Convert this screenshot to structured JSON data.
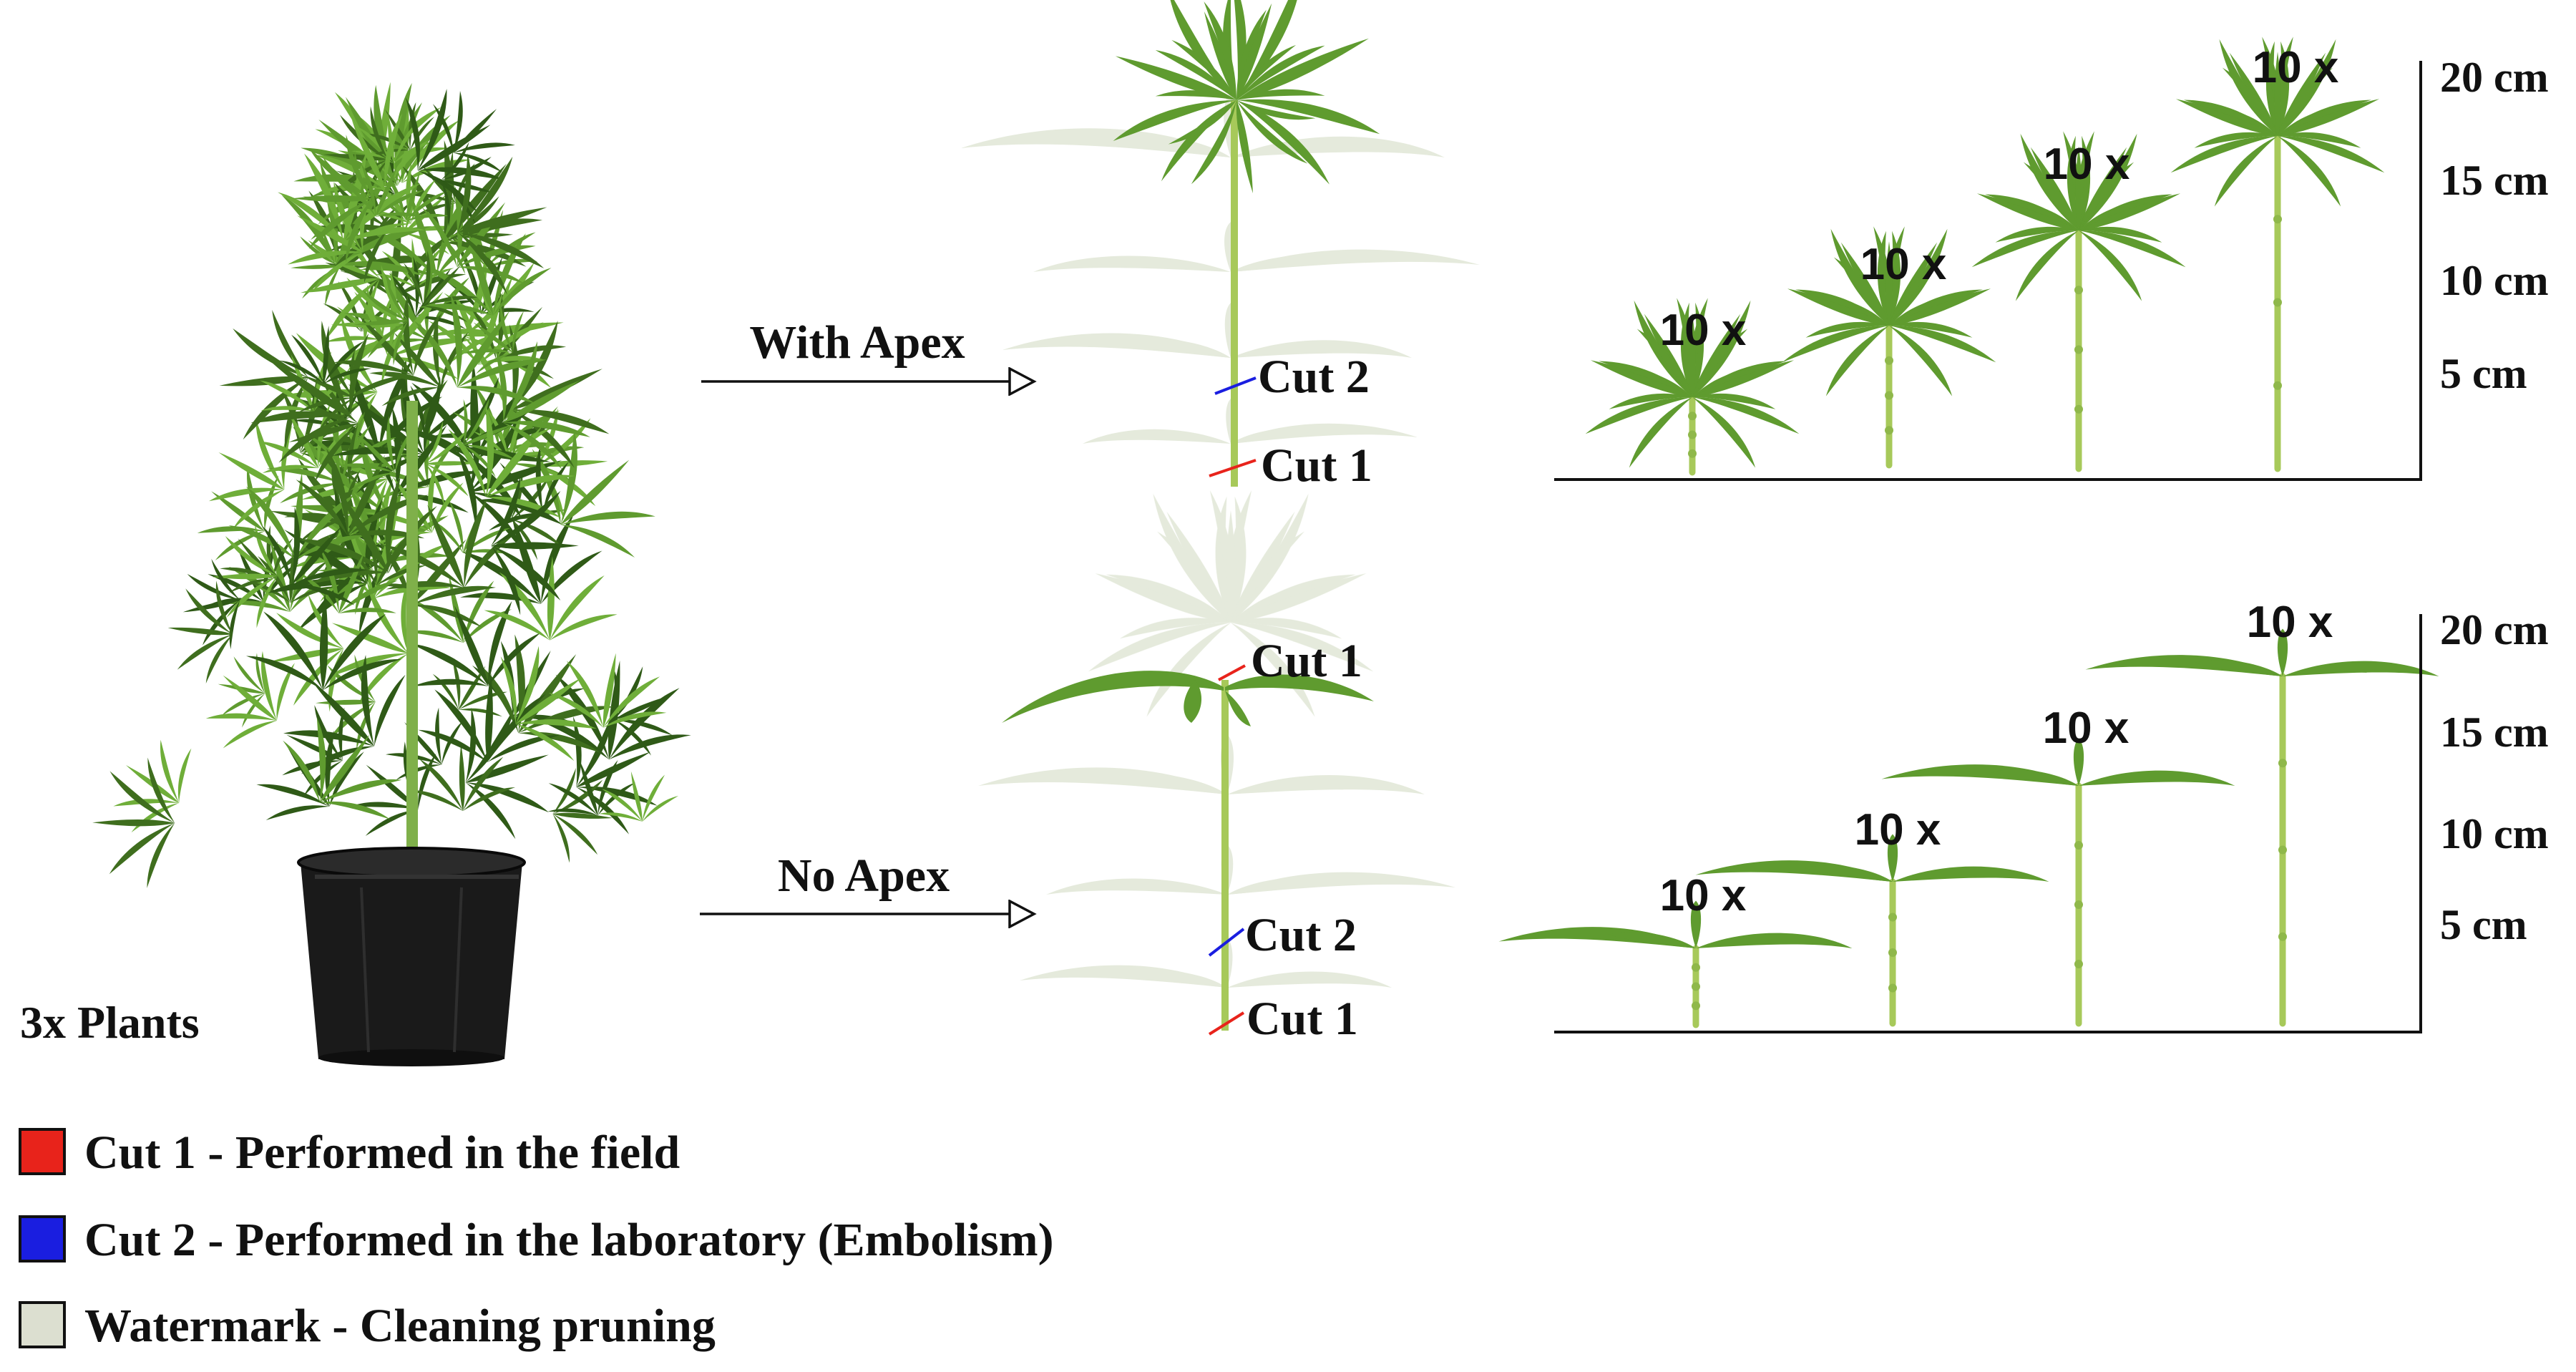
{
  "plant_label": "3x Plants",
  "arrows": {
    "with_apex": "With Apex",
    "no_apex": "No Apex"
  },
  "cuts": {
    "top": {
      "cut2": "Cut 2",
      "cut1": "Cut 1"
    },
    "bottom": {
      "cut1_upper": "Cut 1",
      "cut2": "Cut 2",
      "cut1_lower": "Cut 1"
    }
  },
  "replicate_label": "10 x",
  "height_scale": [
    "20 cm",
    "15 cm",
    "10 cm",
    "5 cm"
  ],
  "legend": [
    {
      "label": "Cut 1 - Performed in the field",
      "color": "#e8231b"
    },
    {
      "label": "Cut 2 - Performed in the laboratory (Embolism)",
      "color": "#1a1ee0"
    },
    {
      "label": "Watermark - Cleaning pruning",
      "color": "#dcdfd0"
    }
  ],
  "colors": {
    "leaf": "#5f9b2f",
    "leaf_dark": "#3f6e1e",
    "stem": "#a7c95a",
    "pot": "#1a1a1a",
    "watermark": "#dfe6d4",
    "cut1": "#e8231b",
    "cut2": "#1a1ee0"
  }
}
